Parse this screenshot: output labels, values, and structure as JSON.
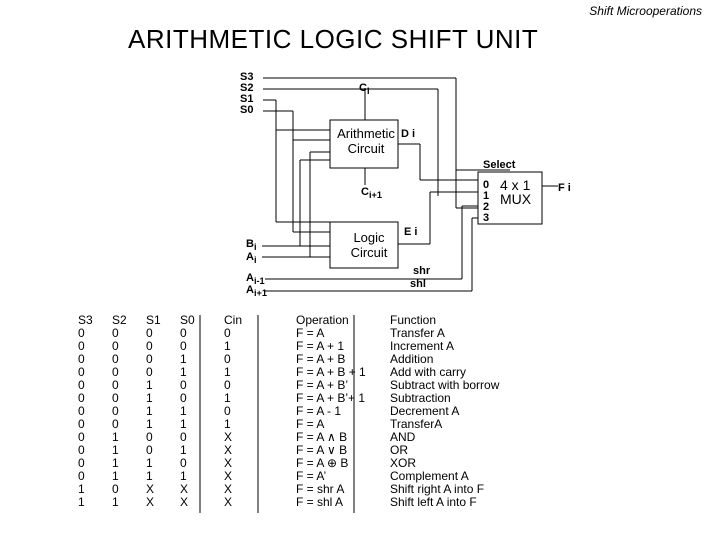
{
  "header": {
    "section": "Shift Microoperations"
  },
  "title": "ARITHMETIC  LOGIC  SHIFT  UNIT",
  "diagram": {
    "select_inputs": [
      "S3",
      "S2",
      "S1",
      "S0"
    ],
    "cin_label": "C",
    "cin_sub": "i",
    "arithmetic_box": [
      "Arithmetic",
      "Circuit"
    ],
    "d_label": "D",
    "d_sub": "i",
    "cout_label": "C",
    "cout_sub": "i+1",
    "logic_box": [
      "Logic",
      "Circuit"
    ],
    "e_label": "E",
    "e_sub": "i",
    "b_label": "B",
    "b_sub": "i",
    "a_label": "A",
    "a_sub": "i",
    "a_minus_label": "A",
    "a_minus_sub": "i-1",
    "a_plus_label": "A",
    "a_plus_sub": "i+1",
    "shr_label": "shr",
    "shl_label": "shl",
    "select_label": "Select",
    "mux_inputs": [
      "0",
      "1",
      "2",
      "3"
    ],
    "mux_label": [
      "4 x 1",
      "MUX"
    ],
    "f_label": "F",
    "f_sub": "i"
  },
  "table": {
    "headers": [
      "S3",
      "S2",
      "S1",
      "S0",
      "Cin",
      "Operation",
      "Function"
    ],
    "rows": [
      [
        "0",
        "0",
        "0",
        "0",
        "0",
        "F = A",
        "Transfer A"
      ],
      [
        "0",
        "0",
        "0",
        "0",
        "1",
        "F = A + 1",
        "Increment A"
      ],
      [
        "0",
        "0",
        "0",
        "1",
        "0",
        "F = A + B",
        "Addition"
      ],
      [
        "0",
        "0",
        "0",
        "1",
        "1",
        "F = A + B + 1",
        "Add with carry"
      ],
      [
        "0",
        "0",
        "1",
        "0",
        "0",
        "F = A + B’",
        "Subtract with borrow"
      ],
      [
        "0",
        "0",
        "1",
        "0",
        "1",
        "F = A + B’+ 1",
        "Subtraction"
      ],
      [
        "0",
        "0",
        "1",
        "1",
        "0",
        "F = A - 1",
        "Decrement A"
      ],
      [
        "0",
        "0",
        "1",
        "1",
        "1",
        "F = A",
        "TransferA"
      ],
      [
        "0",
        "1",
        "0",
        "0",
        "X",
        "F = A ∧ B",
        "AND"
      ],
      [
        "0",
        "1",
        "0",
        "1",
        "X",
        "F = A ∨ B",
        "OR"
      ],
      [
        "0",
        "1",
        "1",
        "0",
        "X",
        "F = A ⊕ B",
        "XOR"
      ],
      [
        "0",
        "1",
        "1",
        "1",
        "X",
        "F = A’",
        "Complement A"
      ],
      [
        "1",
        "0",
        "X",
        "X",
        "X",
        "F = shr A",
        "Shift right A into F"
      ],
      [
        "1",
        "1",
        "X",
        "X",
        "X",
        "F = shl A",
        "Shift left A into F"
      ]
    ]
  }
}
